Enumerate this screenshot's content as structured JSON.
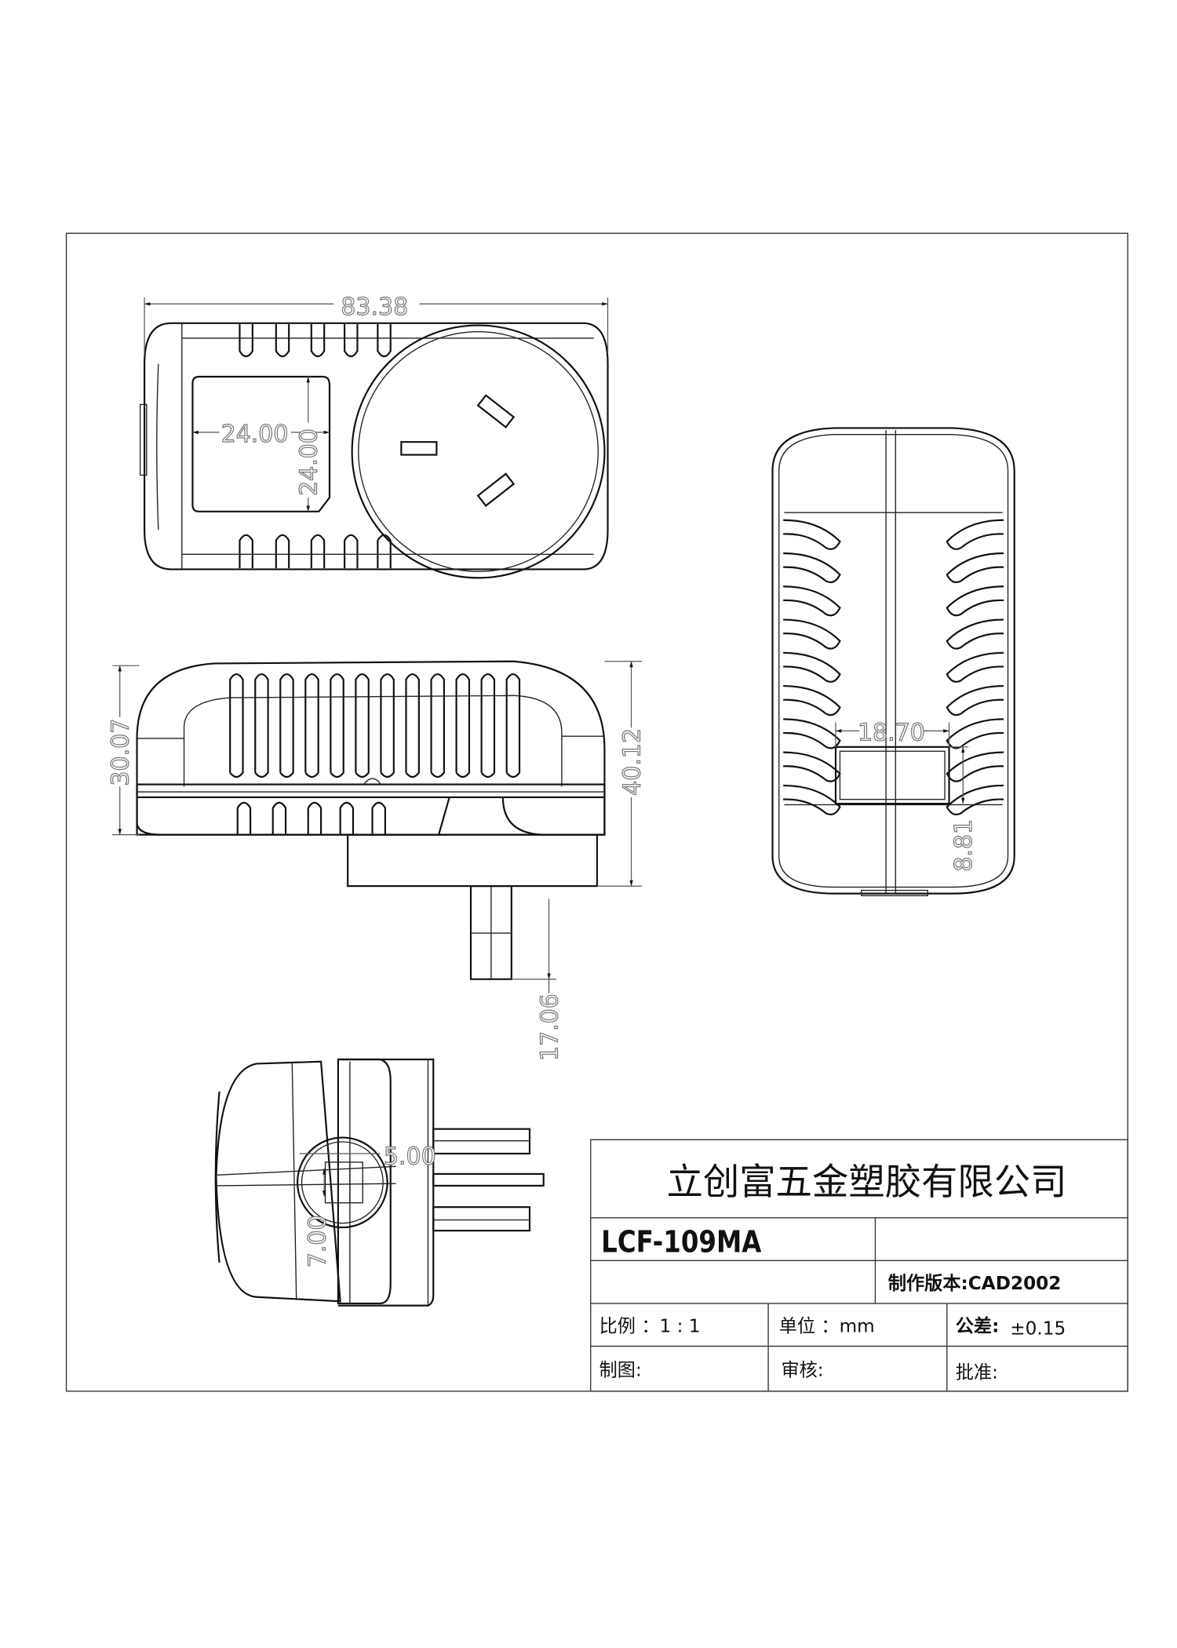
{
  "drawing": {
    "dimensions": {
      "overall_length": "83.38",
      "window_width": "24.00",
      "window_height": "24.00",
      "body_height": "30.07",
      "total_height": "40.12",
      "pin_length": "17.06",
      "label_width": "18.70",
      "label_height": "8.81",
      "detail_width": "5.00",
      "detail_height": "7.00"
    }
  },
  "title_block": {
    "company": "立创富五金塑胶有限公司",
    "part_number": "LCF-109MA",
    "version": "制作版本:CAD2002",
    "scale": "比例 ：1 : 1",
    "unit": "单位 ：mm",
    "tolerance_label": "公差:",
    "tolerance_value": "±0.15",
    "drawn_by": "制图:",
    "checked_by": "审核:",
    "approved_by": "批准:"
  }
}
